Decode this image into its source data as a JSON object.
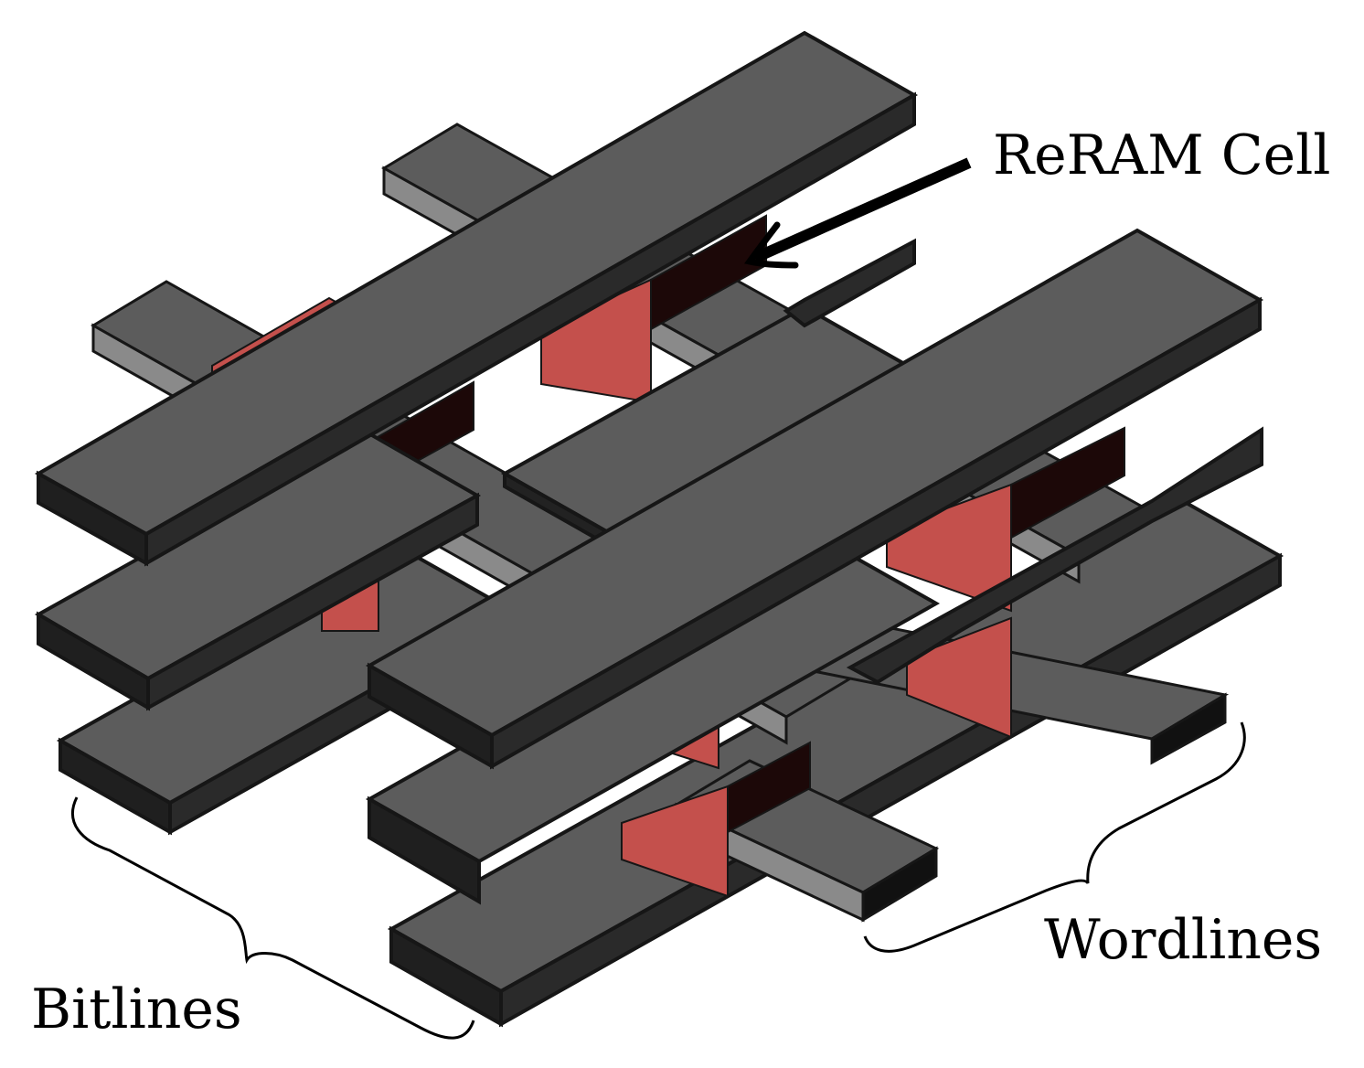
{
  "diagram": {
    "labels": {
      "reram_cell": "ReRAM Cell",
      "wordlines": "Wordlines",
      "bitlines": "Bitlines"
    },
    "colors": {
      "background": "#ffffff",
      "bar_top": "#5c5c5c",
      "bar_side_dark": "#1f1f1f",
      "bar_side_light": "#2a2a2a",
      "wordline_light_face": "#8a8a8a",
      "cell_face": "#c4504c",
      "cell_dark": "#1c0808",
      "outline": "#161616",
      "arrow": "#000000"
    }
  }
}
